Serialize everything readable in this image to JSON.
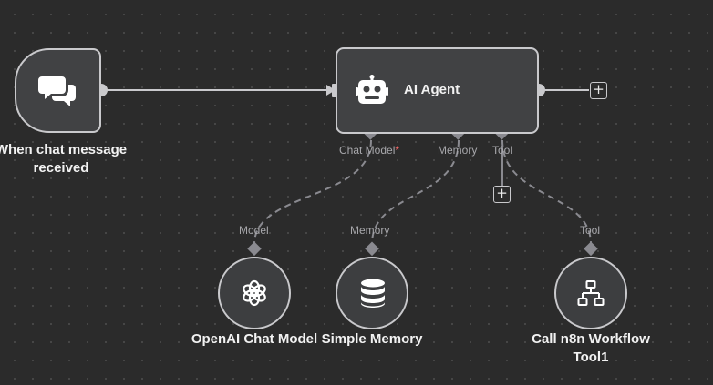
{
  "nodes": {
    "trigger": {
      "label_line1": "When chat message",
      "label_line2": "received",
      "icon": "chat-bubbles-icon"
    },
    "agent": {
      "label": "AI Agent",
      "icon": "robot-icon"
    },
    "openai": {
      "label": "OpenAI Chat Model",
      "icon": "openai-icon"
    },
    "memory": {
      "label": "Simple Memory",
      "icon": "database-icon"
    },
    "tool": {
      "label_line1": "Call n8n Workflow",
      "label_line2": "Tool1",
      "icon": "network-icon"
    }
  },
  "ports": {
    "chat_model": "Chat Model",
    "required_mark": "*",
    "memory": "Memory",
    "tool": "Tool",
    "model_in": "Model",
    "memory_in": "Memory",
    "tool_in": "Tool"
  },
  "buttons": {
    "add_symbol": "+"
  },
  "colors": {
    "canvas": "#2b2b2b",
    "node_fill": "#414244",
    "node_border": "#c9c9cc",
    "connection": "#c9c9cc",
    "sub_connection": "#8a8a90",
    "required": "#ff6b6b"
  }
}
